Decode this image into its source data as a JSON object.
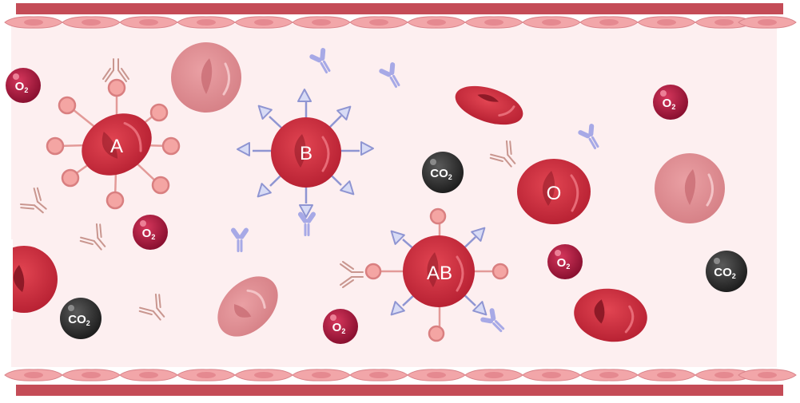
{
  "labels": {
    "cell_a": "A",
    "cell_b": "B",
    "cell_ab": "AB",
    "cell_o": "O"
  },
  "molecules": {
    "o2_main": "O",
    "o2_sub": "2",
    "co2_main": "CO",
    "co2_sub": "2"
  },
  "colors": {
    "plasma": "#fdeff0",
    "vessel_wall": "#c44c57",
    "endothelium": "#f2a6a9",
    "rbc": "#c8283a",
    "rbc_dark": "#8e1a27",
    "rbc_pale": "#dd8a8f",
    "antigen_a": "#f4a5a3",
    "antigen_b": "#9aa0d8",
    "antibody_b": "#a7a9e6",
    "antibody_outline": "#c9968f",
    "o2_molecule": "#a3163a",
    "co2_molecule": "#2f2f2f"
  },
  "icons": [
    "red-blood-cell-icon",
    "antigen-a-icon",
    "antigen-b-icon",
    "antibody-icon",
    "oxygen-molecule-icon",
    "carbon-dioxide-molecule-icon"
  ]
}
